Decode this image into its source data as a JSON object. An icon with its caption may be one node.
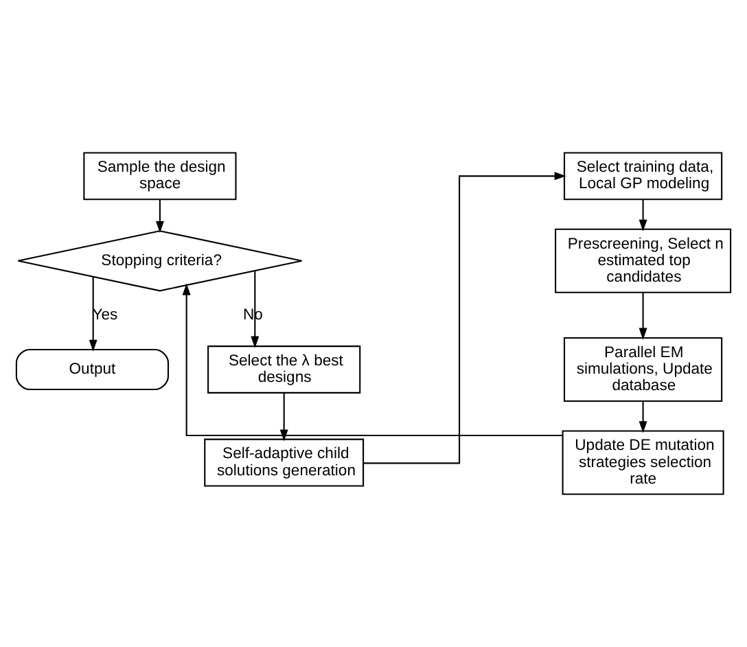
{
  "diagram": {
    "nodes": [
      {
        "text": [
          "Sample the design space"
        ]
      },
      {
        "text": [
          "Stopping criteria?"
        ]
      },
      {
        "text": [
          "Output"
        ]
      },
      {
        "text": [
          "Select the λ best designs"
        ]
      },
      {
        "text": [
          "Self-adaptive child solutions generation"
        ]
      },
      {
        "text": [
          "Select training data, Local GP modeling"
        ]
      },
      {
        "text": [
          "Prescreening, Select n estimated top candidates"
        ]
      },
      {
        "text": [
          "Parallel EM simulations, Update database"
        ]
      },
      {
        "text": [
          "Update DE mutation strategies selection rate"
        ]
      }
    ],
    "edges": [
      {
        "from": 0,
        "to": 1,
        "arrow": "to"
      },
      {
        "from": 1,
        "to": 2,
        "arrow": "to",
        "label": "Yes"
      },
      {
        "from": 1,
        "to": 3,
        "arrow": "to",
        "label": "No"
      },
      {
        "from": 3,
        "to": 4,
        "arrow": "to"
      },
      {
        "from": 4,
        "to": 5,
        "arrow": "to"
      },
      {
        "from": 5,
        "to": 6,
        "arrow": "to"
      },
      {
        "from": 6,
        "to": 7,
        "arrow": "to"
      },
      {
        "from": 7,
        "to": 8,
        "arrow": "to"
      },
      {
        "from": 8,
        "to": 1,
        "arrow": "to"
      }
    ]
  }
}
